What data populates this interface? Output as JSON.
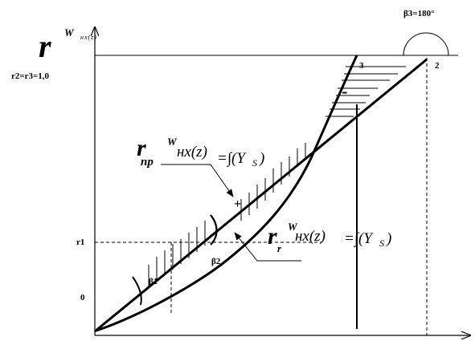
{
  "axis": {
    "y_title_main": "r",
    "y_title_sup": "W",
    "y_title_sub": "нх(z)",
    "origin": "0",
    "r1": "r1",
    "r2_r3": "r2=r3=1,0"
  },
  "points": {
    "p2": "2",
    "p3": "3"
  },
  "angles": {
    "beta1": "β1",
    "beta2": "β2",
    "beta3": "β3=180°"
  },
  "formula_top": {
    "main": "r",
    "sub": "np",
    "sup": "W",
    "arg": "нх(z)",
    "rhs": "=∫(Y",
    "rhs_sub": "S",
    "rhs_close": ")"
  },
  "formula_bottom": {
    "main": "r",
    "sub": "r",
    "sup": "W",
    "arg": "нх(z)",
    "rhs": "=∫(Y",
    "rhs_sub": "S",
    "rhs_close": ")"
  },
  "signs": {
    "plus": "+",
    "minus": "-"
  }
}
